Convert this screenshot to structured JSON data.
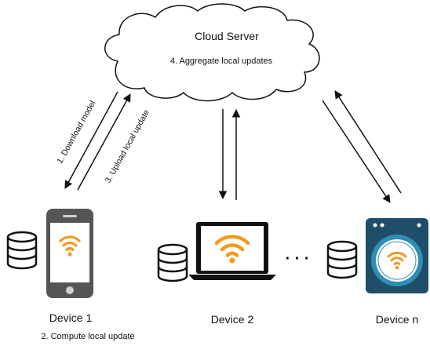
{
  "cloud": {
    "title": "Cloud Server",
    "step4": "4. Aggregate local updates"
  },
  "arrows": {
    "download": "1. Download model",
    "upload": "3. Upload local update"
  },
  "devices": {
    "d1": {
      "label": "Device 1",
      "caption": "2. Compute local update"
    },
    "d2": {
      "label": "Device 2"
    },
    "dn": {
      "label": "Device n"
    }
  },
  "ellipsis": "· · ·",
  "colors": {
    "wifi": "#F39A1F",
    "device_body": "#555555",
    "washer_panel": "#1F4E6B",
    "washer_ring": "#2F8FB3",
    "line": "#111111"
  }
}
